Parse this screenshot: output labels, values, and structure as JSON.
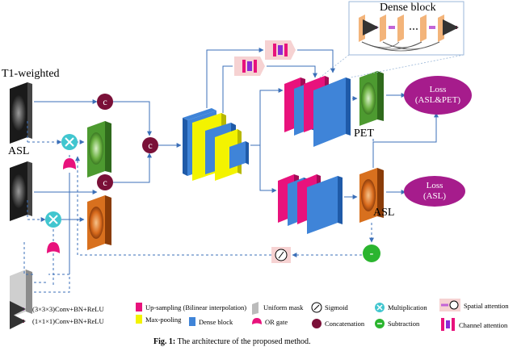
{
  "inputs": {
    "t1": "T1-weighted",
    "asl_in": "ASL"
  },
  "outputs": {
    "pet": "PET",
    "asl_out": "ASL"
  },
  "dense_block_title": "Dense block",
  "concat_symbol": "c",
  "subtract_symbol": "-",
  "losses": [
    {
      "line1": "Loss",
      "line2": "(ASL&PET)"
    },
    {
      "line1": "Loss",
      "line2": "(ASL)"
    }
  ],
  "legend": [
    {
      "text": "(3×3×3)Conv+BN+ReLU",
      "icon": "conv3-arrow-icon"
    },
    {
      "text": "(1×1×1)Conv+BN+ReLU",
      "icon": "conv1-arrow-icon"
    },
    {
      "text": "Up-sampling (Bilinear interpolation)",
      "icon": "upsampling-icon"
    },
    {
      "text": "Max-pooling",
      "icon": "maxpool-icon"
    },
    {
      "text": "Dense block",
      "icon": "dense-block-icon"
    },
    {
      "text": "Uniform mask",
      "icon": "uniform-mask-icon"
    },
    {
      "text": "OR gate",
      "icon": "or-gate-icon"
    },
    {
      "text": "Sigmoid",
      "icon": "sigmoid-icon"
    },
    {
      "text": "Concatenation",
      "icon": "concatenation-icon"
    },
    {
      "text": "Multiplication",
      "icon": "multiplication-icon"
    },
    {
      "text": "Subtraction",
      "icon": "subtraction-icon"
    },
    {
      "text": "Spatial attention",
      "icon": "spatial-attention-icon"
    },
    {
      "text": "Channel attention",
      "icon": "channel-attention-icon"
    }
  ],
  "caption": {
    "prefix": "Fig. 1:",
    "text": "The architecture of the proposed method."
  },
  "colors": {
    "pink": "#e8127c",
    "blue": "#3f84d8",
    "yellow": "#f3f300",
    "line": "#3b6fb8",
    "concat": "#7a1038",
    "multiply": "#41c6cf",
    "subtract": "#2bb52f",
    "loss": "#a61c8c"
  }
}
